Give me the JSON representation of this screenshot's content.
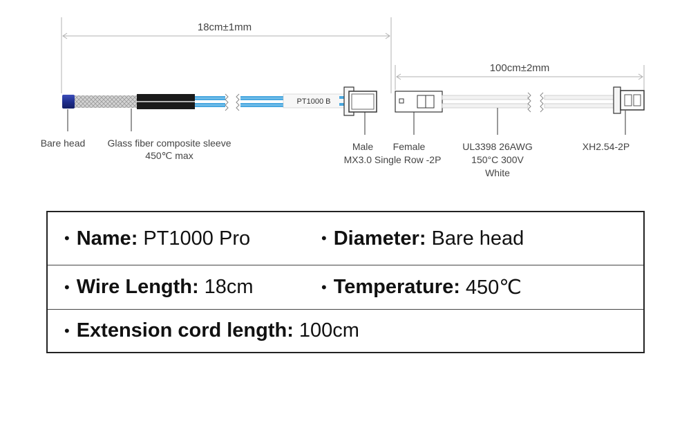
{
  "dimensions": {
    "probe_length": "18cm±1mm",
    "extension_length": "100cm±2mm"
  },
  "probe": {
    "label_text": "PT1000 B"
  },
  "callouts": {
    "bare_head": "Bare head",
    "sleeve_line1": "Glass fiber composite sleeve",
    "sleeve_line2": "450℃ max",
    "male": "Male",
    "female": "Female",
    "connector_type": "MX3.0 Single Row -2P",
    "wire_line1": "UL3398 26AWG",
    "wire_line2": "150°C 300V",
    "wire_line3": "White",
    "end_connector": "XH2.54-2P"
  },
  "specs": {
    "name_key": "Name:",
    "name_val": "PT1000 Pro",
    "diameter_key": "Diameter:",
    "diameter_val": "Bare head",
    "wire_length_key": "Wire Length:",
    "wire_length_val": "18cm",
    "temperature_key": "Temperature:",
    "temperature_val": "450℃",
    "extension_key": "Extension cord length:",
    "extension_val": "100cm",
    "bullet": "•"
  },
  "colors": {
    "head": "#1f2f8f",
    "wire_blue": "#4aa8e0",
    "black_sleeve": "#1a1a1a",
    "dim_line": "#b0b0b0"
  }
}
